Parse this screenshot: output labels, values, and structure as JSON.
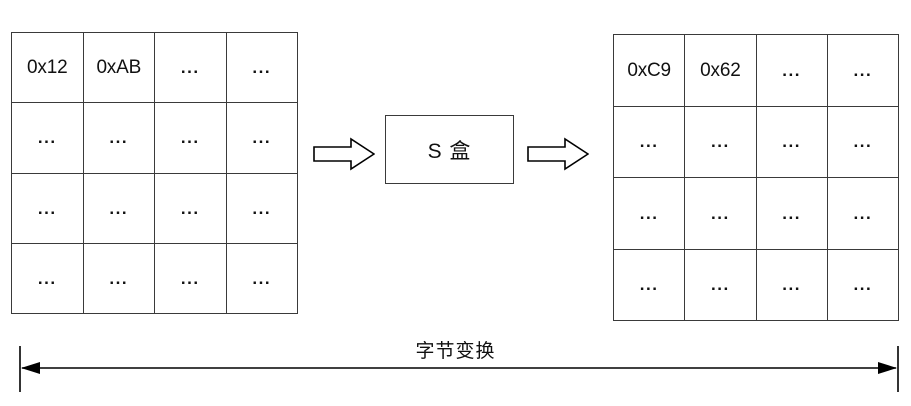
{
  "diagram": {
    "title": "字节变换",
    "colors": {
      "line": "#3a3a3a",
      "text": "#111111",
      "background": "#ffffff",
      "arrow": "#000000"
    },
    "input_state": {
      "name": "input-state-matrix",
      "rows": [
        [
          "0x12",
          "0xAB",
          "...",
          "..."
        ],
        [
          "...",
          "...",
          "...",
          "..."
        ],
        [
          "...",
          "...",
          "...",
          "..."
        ],
        [
          "...",
          "...",
          "...",
          "..."
        ]
      ]
    },
    "transform_box": {
      "label": "S 盒"
    },
    "output_state": {
      "name": "output-state-matrix",
      "rows": [
        [
          "0xC9",
          "0x62",
          "...",
          "..."
        ],
        [
          "...",
          "...",
          "...",
          "..."
        ],
        [
          "...",
          "...",
          "...",
          "..."
        ],
        [
          "...",
          "...",
          "...",
          "..."
        ]
      ]
    },
    "flow_arrows": [
      {
        "name": "input-flow-arrow",
        "direction": "right"
      },
      {
        "name": "output-flow-arrow",
        "direction": "right"
      }
    ],
    "span_annotation": {
      "label": "字节变换",
      "arrow_style": "double-headed"
    }
  }
}
